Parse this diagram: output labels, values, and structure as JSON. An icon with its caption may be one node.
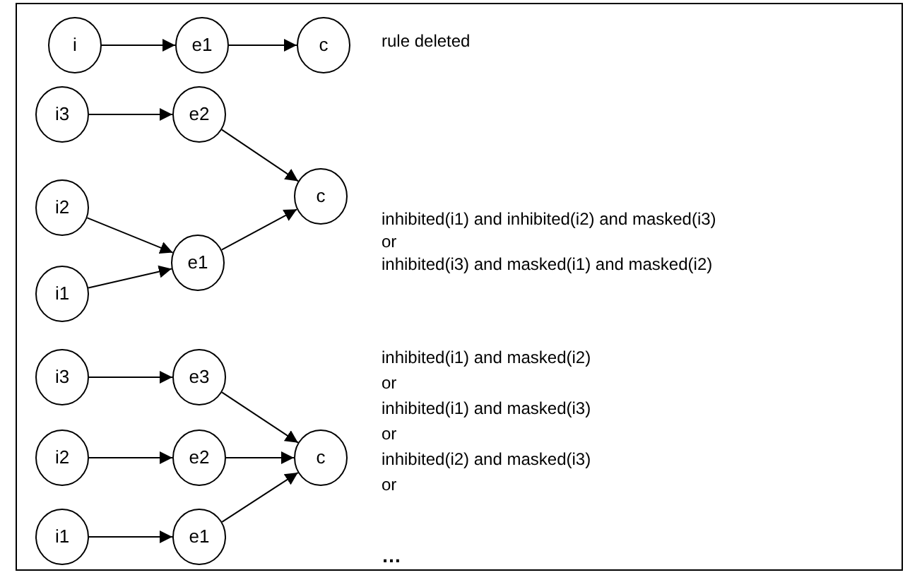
{
  "diagram": {
    "nodes": [
      {
        "text": [
          "i"
        ]
      },
      {
        "text": [
          "e1"
        ]
      },
      {
        "text": [
          "c"
        ]
      },
      {
        "text": [
          "i3"
        ]
      },
      {
        "text": [
          "e2"
        ]
      },
      {
        "text": [
          "c"
        ]
      },
      {
        "text": [
          "i2"
        ]
      },
      {
        "text": [
          "e1"
        ]
      },
      {
        "text": [
          "i1"
        ]
      },
      {
        "text": [
          "i3"
        ]
      },
      {
        "text": [
          "e3"
        ]
      },
      {
        "text": [
          "i2"
        ]
      },
      {
        "text": [
          "e2"
        ]
      },
      {
        "text": [
          "c"
        ]
      },
      {
        "text": [
          "i1"
        ]
      },
      {
        "text": [
          "e1"
        ]
      }
    ],
    "edges": [
      {
        "from": 0,
        "to": 1,
        "arrow": "to"
      },
      {
        "from": 1,
        "to": 2,
        "arrow": "to"
      },
      {
        "from": 3,
        "to": 4,
        "arrow": "to"
      },
      {
        "from": 4,
        "to": 5,
        "arrow": "to"
      },
      {
        "from": 6,
        "to": 7,
        "arrow": "to"
      },
      {
        "from": 8,
        "to": 7,
        "arrow": "to"
      },
      {
        "from": 7,
        "to": 5,
        "arrow": "to"
      },
      {
        "from": 9,
        "to": 10,
        "arrow": "to"
      },
      {
        "from": 10,
        "to": 13,
        "arrow": "to"
      },
      {
        "from": 11,
        "to": 12,
        "arrow": "to"
      },
      {
        "from": 12,
        "to": 13,
        "arrow": "to"
      },
      {
        "from": 14,
        "to": 15,
        "arrow": "to"
      },
      {
        "from": 15,
        "to": 13,
        "arrow": "to"
      }
    ],
    "labels": [
      "rule deleted",
      "inhibited(i1) and inhibited(i2) and masked(i3)",
      "or",
      "inhibited(i3) and masked(i1) and masked(i2)",
      "inhibited(i1) and masked(i2)",
      "or",
      "inhibited(i1) and masked(i3)",
      "or",
      "inhibited(i2) and masked(i3)",
      "or",
      "…"
    ]
  }
}
